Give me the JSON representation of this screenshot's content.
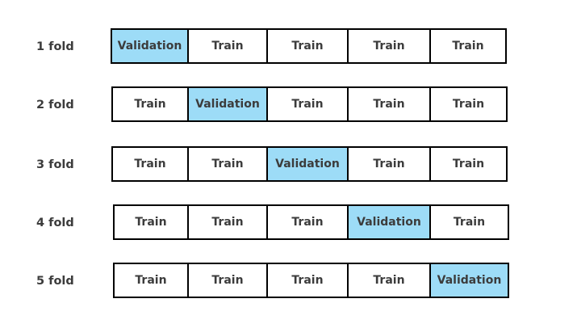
{
  "colors": {
    "validation_fill": "#9ddcf7",
    "train_fill": "#ffffff",
    "border": "#000000",
    "text": "#3c3c3c"
  },
  "folds": [
    {
      "label": "1 fold",
      "cells": [
        {
          "text": "Validation",
          "role": "validation"
        },
        {
          "text": "Train",
          "role": "train"
        },
        {
          "text": "Train",
          "role": "train"
        },
        {
          "text": "Train",
          "role": "train"
        },
        {
          "text": "Train",
          "role": "train"
        }
      ]
    },
    {
      "label": "2 fold",
      "cells": [
        {
          "text": "Train",
          "role": "train"
        },
        {
          "text": "Validation",
          "role": "validation"
        },
        {
          "text": "Train",
          "role": "train"
        },
        {
          "text": "Train",
          "role": "train"
        },
        {
          "text": "Train",
          "role": "train"
        }
      ]
    },
    {
      "label": "3 fold",
      "cells": [
        {
          "text": "Train",
          "role": "train"
        },
        {
          "text": "Train",
          "role": "train"
        },
        {
          "text": "Validation",
          "role": "validation"
        },
        {
          "text": "Train",
          "role": "train"
        },
        {
          "text": "Train",
          "role": "train"
        }
      ]
    },
    {
      "label": "4 fold",
      "cells": [
        {
          "text": "Train",
          "role": "train"
        },
        {
          "text": "Train",
          "role": "train"
        },
        {
          "text": "Train",
          "role": "train"
        },
        {
          "text": "Validation",
          "role": "validation"
        },
        {
          "text": "Train",
          "role": "train"
        }
      ]
    },
    {
      "label": "5 fold",
      "cells": [
        {
          "text": "Train",
          "role": "train"
        },
        {
          "text": "Train",
          "role": "train"
        },
        {
          "text": "Train",
          "role": "train"
        },
        {
          "text": "Train",
          "role": "train"
        },
        {
          "text": "Validation",
          "role": "validation"
        }
      ]
    }
  ]
}
